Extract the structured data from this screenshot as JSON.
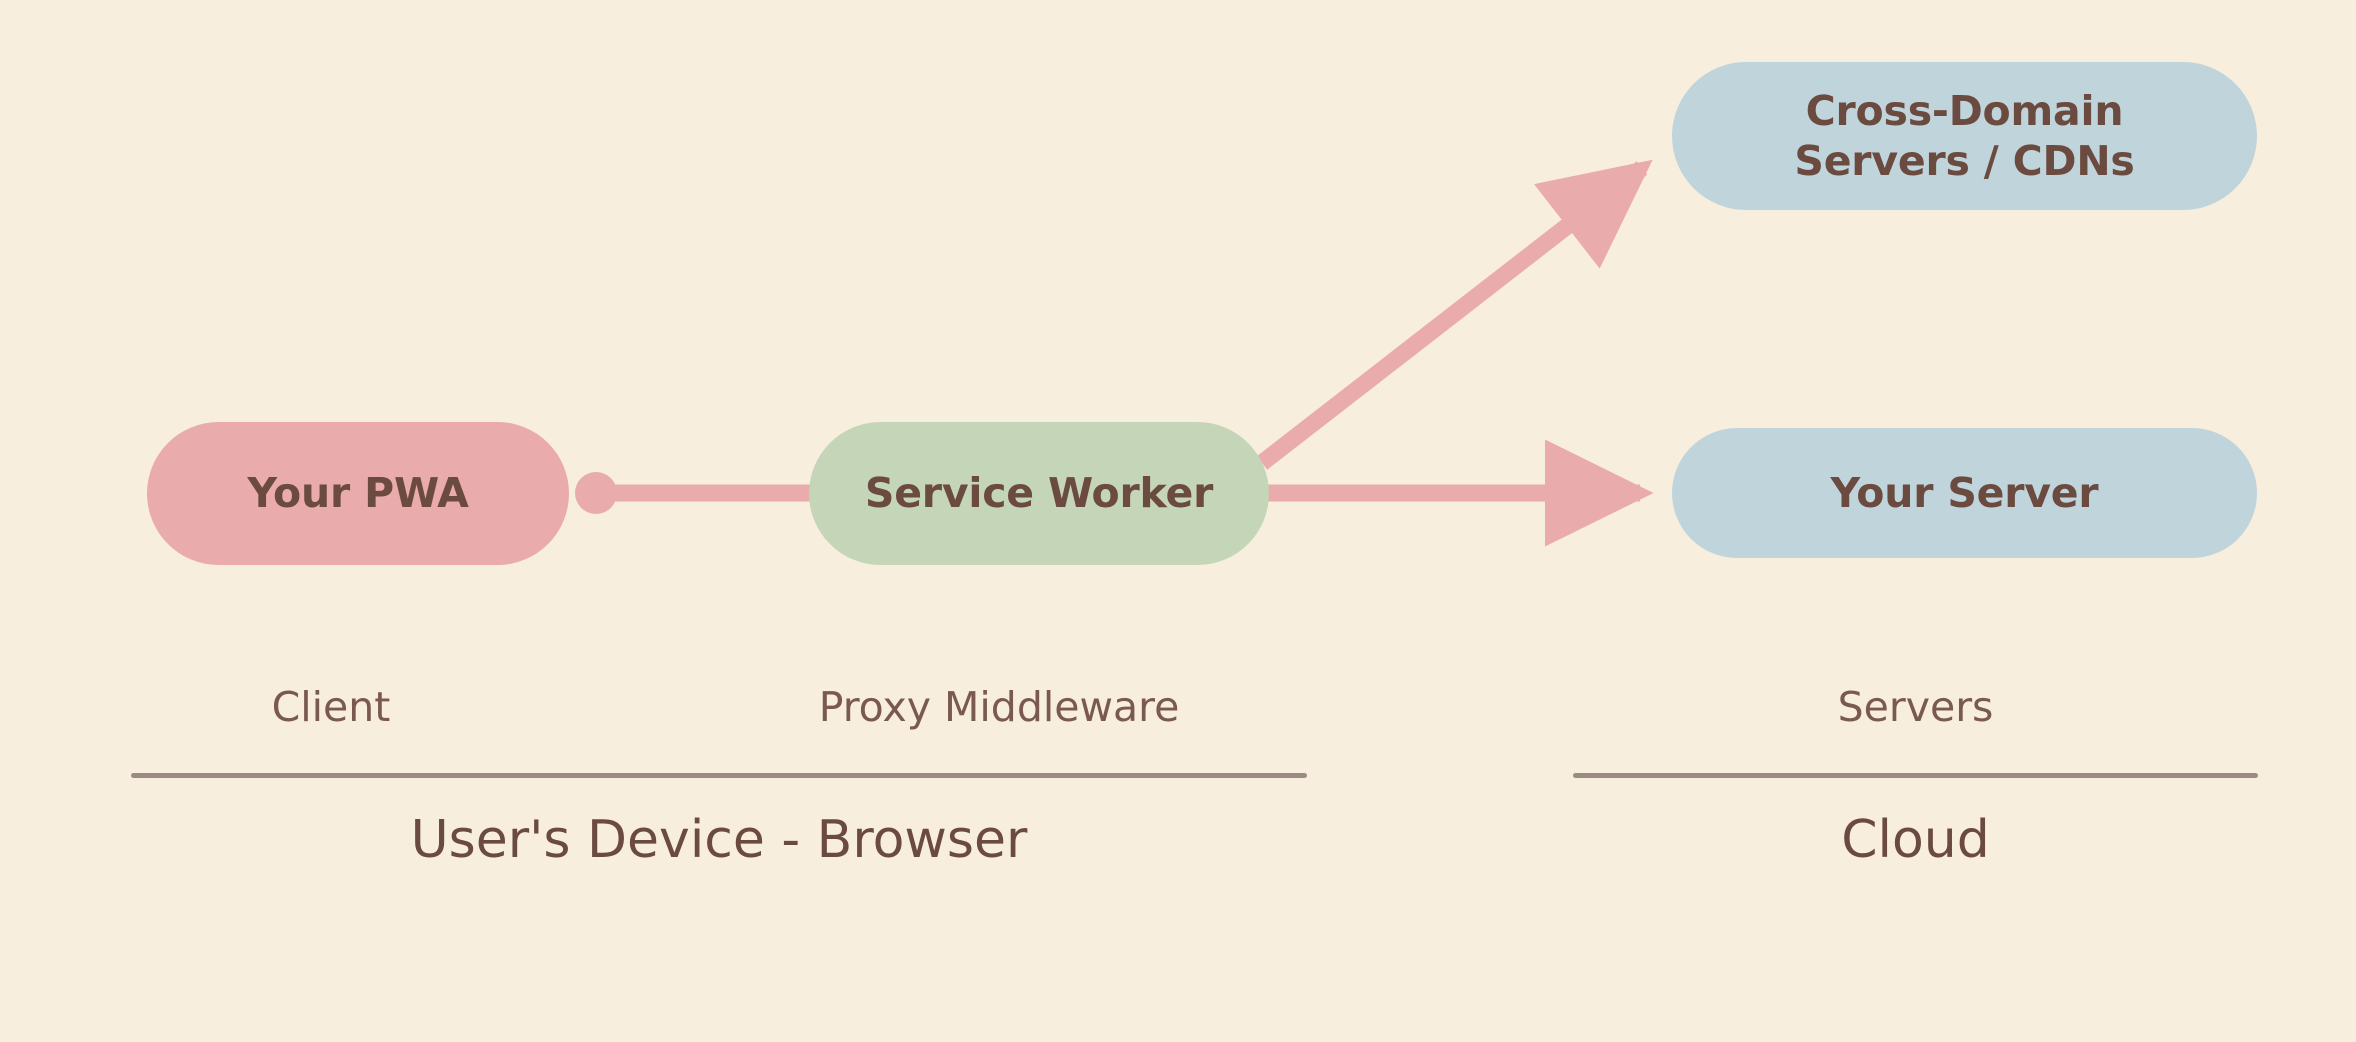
{
  "diagram": {
    "background_color": "#f7eede",
    "text_color": "#6b4a3f",
    "caption_color": "#7a5a50",
    "divider_color": "#9c8b82",
    "connector_color": "#e9abab"
  },
  "nodes": [
    {
      "id": "pwa",
      "label": "Your PWA",
      "color": "#e9abab",
      "zone": "Client"
    },
    {
      "id": "service-worker",
      "label": "Service Worker",
      "color": "#c4d5b8",
      "zone": "Proxy Middleware"
    },
    {
      "id": "cross-domain",
      "label": "Cross-Domain\nServers / CDNs",
      "color": "#c0d4dc",
      "zone": "Servers"
    },
    {
      "id": "your-server",
      "label": "Your Server",
      "color": "#c0d4dc",
      "zone": "Servers"
    }
  ],
  "connections": [
    {
      "id": "pwa-to-sw",
      "from": "pwa",
      "to": "service-worker",
      "start_marker": "dot",
      "end_marker": "none"
    },
    {
      "id": "sw-to-cdn",
      "from": "service-worker",
      "to": "cross-domain",
      "start_marker": "none",
      "end_marker": "arrow"
    },
    {
      "id": "sw-to-server",
      "from": "service-worker",
      "to": "your-server",
      "start_marker": "none",
      "end_marker": "arrow"
    }
  ],
  "zones": {
    "client_caption": "Client",
    "proxy_caption": "Proxy Middleware",
    "servers_caption": "Servers",
    "device_title": "User's Device - Browser",
    "cloud_title": "Cloud"
  }
}
